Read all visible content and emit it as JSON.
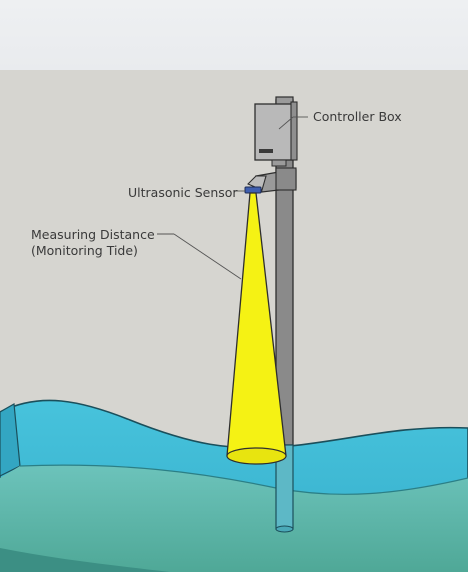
{
  "labels": {
    "controller_box": "Controller Box",
    "ultrasonic_sensor": "Ultrasonic Sensor",
    "measuring_distance_line1": "Measuring Distance",
    "measuring_distance_line2": "(Monitoring Tide)"
  },
  "colors": {
    "wall": "#d6d5d0",
    "pole": "#8a8a8a",
    "box": "#b9b9b9",
    "beam": "#f5f214",
    "water_surface": "#3fb8d2",
    "water_deep": "#5fb1a6",
    "sensor": "#3f5fb0"
  }
}
